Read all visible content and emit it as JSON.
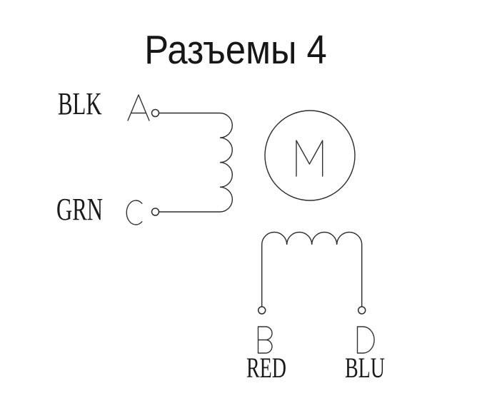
{
  "title": "Разъемы 4",
  "motor": {
    "symbol": "M"
  },
  "windings": {
    "phase_ac": {
      "terminal_top": {
        "pin": "A",
        "wire": "BLK"
      },
      "terminal_bottom": {
        "pin": "C",
        "wire": "GRN"
      }
    },
    "phase_bd": {
      "terminal_left": {
        "pin": "B",
        "wire": "RED"
      },
      "terminal_right": {
        "pin": "D",
        "wire": "BLU"
      }
    }
  },
  "colors": {
    "stroke": "#2d2d2d",
    "text": "#1a1a1a",
    "background": "#ffffff"
  }
}
